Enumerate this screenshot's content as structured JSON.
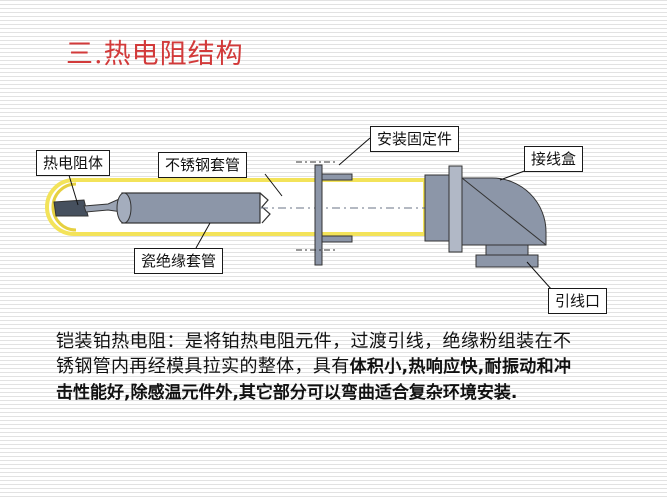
{
  "slide": {
    "title": "三.热电阻结构",
    "labels": {
      "resistor": "热电阻体",
      "steel_tube": "不锈钢套管",
      "mount": "安装固定件",
      "junction_box": "接线盒",
      "ceramic_tube": "瓷绝缘套管",
      "lead_outlet": "引线口"
    },
    "description": {
      "normal": "铠装铂热电阻：是将铂热电阻元件，过渡引线，绝缘粉组装在不锈钢管内再经模具拉实的整体，具有",
      "bold": "体积小,热响应快,耐振动和冲击性能好,除感温元件外,其它部分可以弯曲适合复杂环境安装."
    }
  },
  "colors": {
    "title": "#d23a3a",
    "sheath": "#f3e35a",
    "metal": "#8c96a8",
    "metal_dark": "#6a7385"
  }
}
